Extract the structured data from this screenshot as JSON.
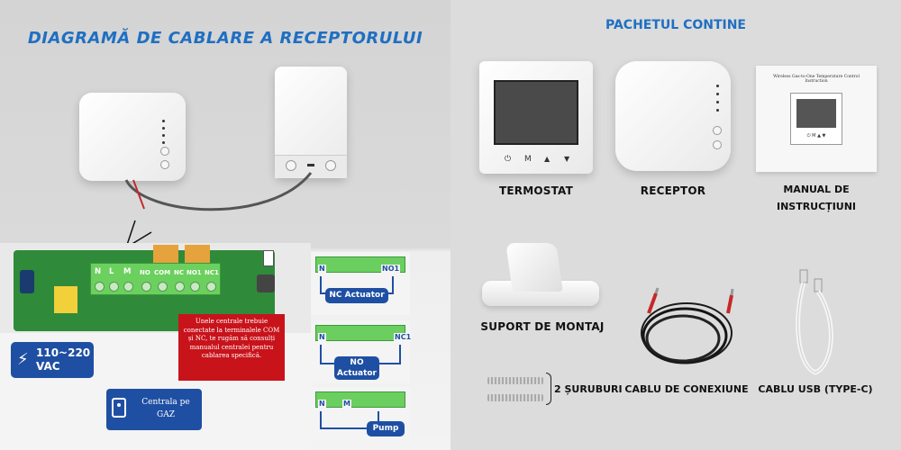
{
  "left": {
    "title": "DIAGRAMĂ DE CABLARE A RECEPTORULUI",
    "terminals": [
      "N",
      "L",
      "M",
      "NO",
      "COM",
      "NC",
      "NO1",
      "NC1"
    ],
    "note": "Unele centrale trebuie conectate la terminalele COM și NC, te rugăm să consulți manualul centralei pentru cablarea specifică.",
    "voltage": "110~220 VAC",
    "voltage_line1": "110~220",
    "voltage_line2": "VAC",
    "gas_line1": "Centrala pe",
    "gas_line2": "GAZ",
    "diagrams": [
      {
        "left_label": "N",
        "right_label": "NO1",
        "tag": "NC Actuator"
      },
      {
        "left_label": "N",
        "right_label": "NC1",
        "tag_line1": "NO",
        "tag_line2": "Actuator"
      },
      {
        "left_label": "N",
        "right_label": "M",
        "tag": "Pump"
      }
    ]
  },
  "right": {
    "title": "PACHETUL CONTINE",
    "items": {
      "thermostat": "TERMOSTAT",
      "receiver": "RECEPTOR",
      "manual_line1": "MANUAL DE",
      "manual_line2": "INSTRUCȚIUNI",
      "mount": "SUPORT DE MONTAJ",
      "screws": "2 ȘURUBURI",
      "cable": "CABLU DE CONEXIUNE",
      "usb": "CABLU USB (TYPE-C)"
    },
    "manual_header": "Wireless Gas-to-One Temperature Control Instruction",
    "thermostat_buttons": [
      "⏻",
      "M",
      "▲",
      "▼"
    ]
  },
  "colors": {
    "accent_blue": "#1f6fc2",
    "box_blue": "#1f4fa3",
    "note_red": "#c8131b",
    "terminal_green": "#6bd05e"
  }
}
